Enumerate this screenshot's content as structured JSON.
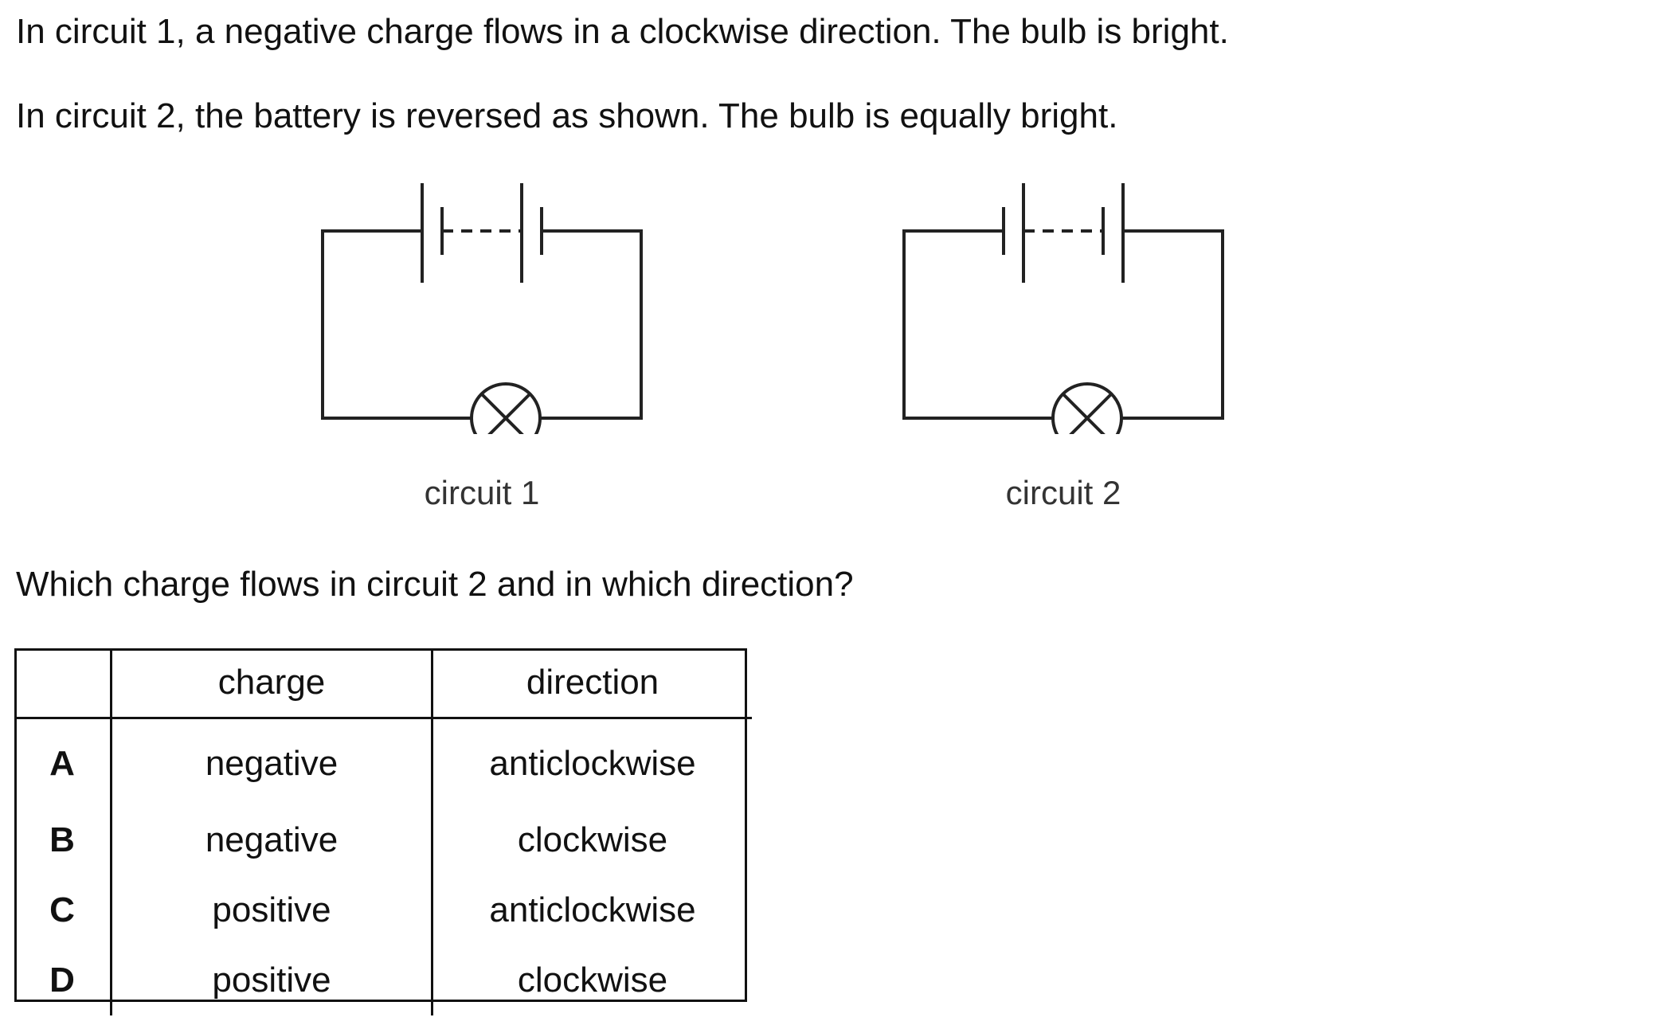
{
  "stem": {
    "line1": "In circuit 1, a negative charge flows in a clockwise direction. The bulb is bright.",
    "line2": "In circuit 2, the battery is reversed as shown. The bulb is equally bright.",
    "question": "Which charge flows in circuit 2 and in which direction?"
  },
  "circuits": [
    {
      "label": "circuit 1",
      "battery": "normal"
    },
    {
      "label": "circuit 2",
      "battery": "reversed"
    }
  ],
  "table": {
    "headers": [
      "",
      "charge",
      "direction"
    ],
    "rows": [
      {
        "key": "A",
        "charge": "negative",
        "direction": "anticlockwise"
      },
      {
        "key": "B",
        "charge": "negative",
        "direction": "clockwise"
      },
      {
        "key": "C",
        "charge": "positive",
        "direction": "anticlockwise"
      },
      {
        "key": "D",
        "charge": "positive",
        "direction": "clockwise"
      }
    ]
  }
}
